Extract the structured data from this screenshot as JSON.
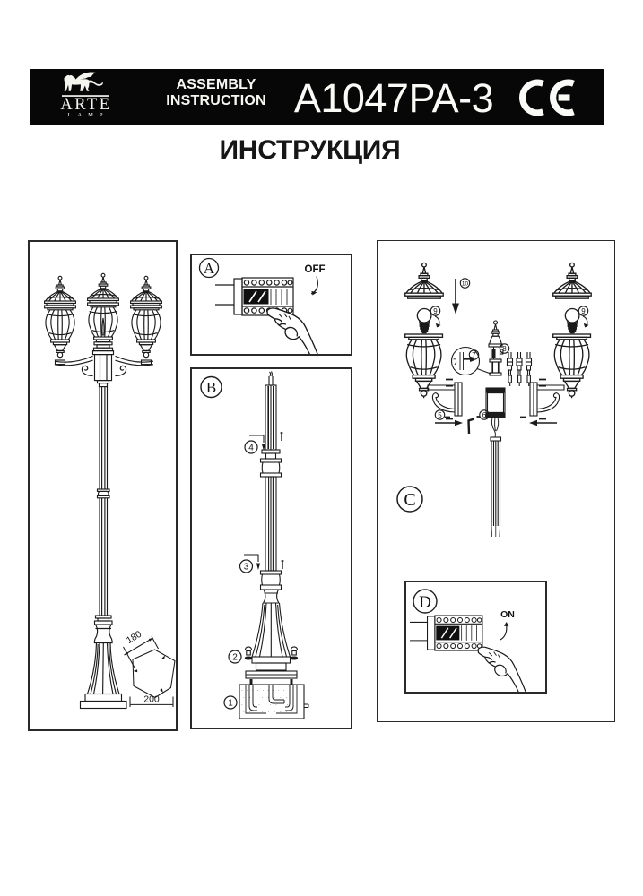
{
  "header": {
    "brand": {
      "name": "ARTE",
      "sub": "LAMP"
    },
    "doc_type_line1": "ASSEMBLY",
    "doc_type_line2": "INSTRUCTION",
    "model": "A1047PA-3",
    "ce_mark": "CE"
  },
  "title": "ИНСТРУКЦИЯ",
  "overview": {
    "dim_diagonal": "180",
    "dim_width": "200"
  },
  "panel_a": {
    "label": "A",
    "switch_state": "OFF"
  },
  "panel_b": {
    "label": "B",
    "steps": {
      "top_pole": "4",
      "mid_pole": "3",
      "base_bolts": "2",
      "foundation": "1"
    }
  },
  "panel_c": {
    "label": "C",
    "steps": {
      "arm_slide": "5",
      "hex_key": "6",
      "screw_detail": "7",
      "wire_connectors": "8",
      "bulb": "9",
      "cap": "10"
    }
  },
  "panel_d": {
    "label": "D",
    "switch_state": "ON"
  }
}
